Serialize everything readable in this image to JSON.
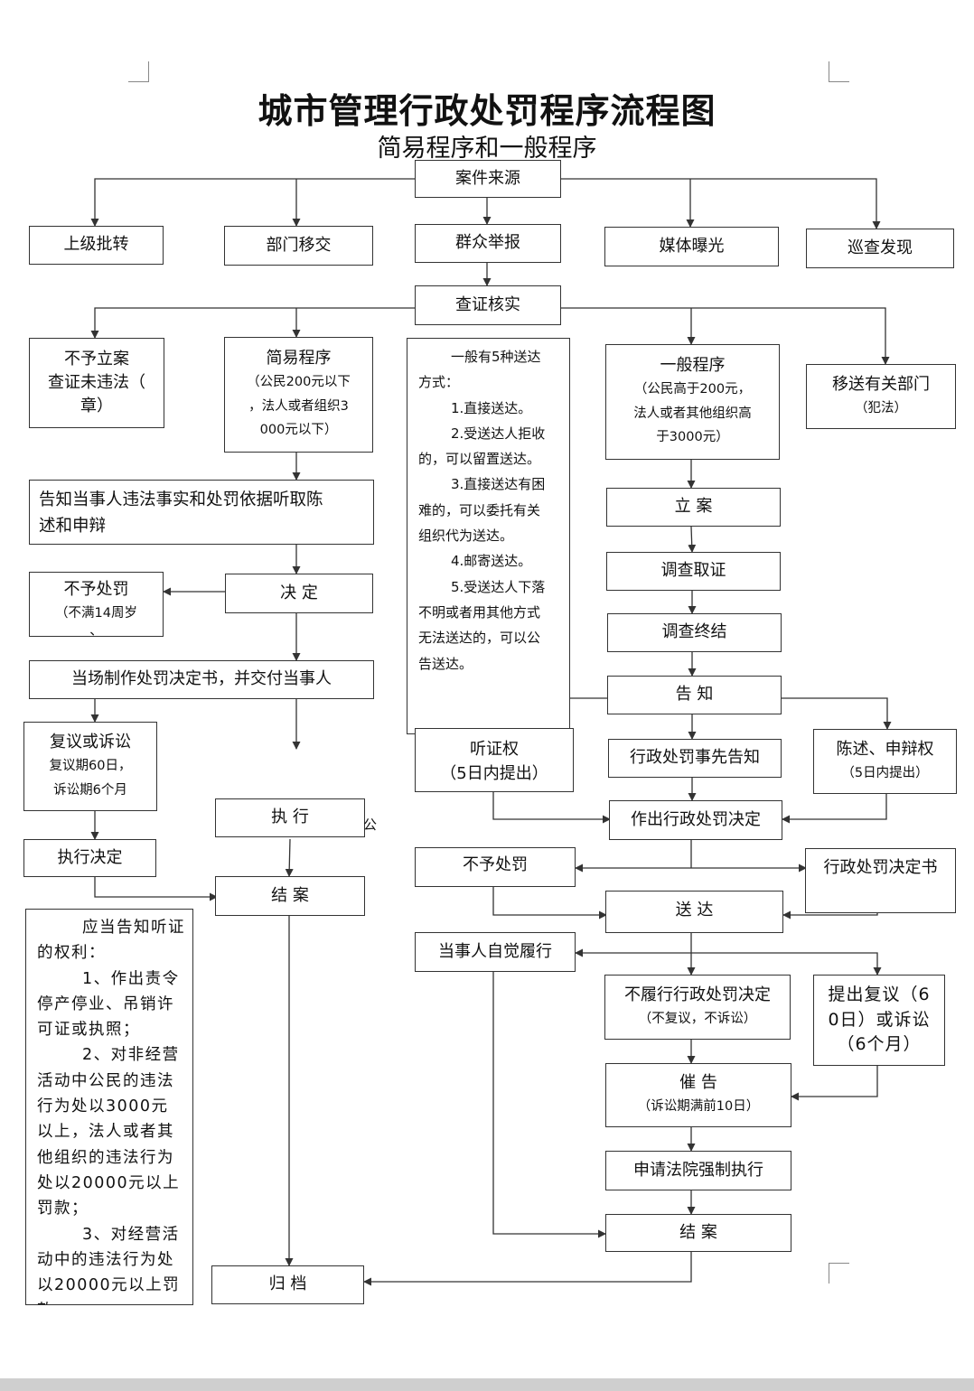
{
  "title": "城市管理行政处罚程序流程图",
  "subtitle": "简易程序和一般程序",
  "nodes": {
    "case_source": "案件来源",
    "superior_transfer": "上级批转",
    "dept_transfer": "部门移交",
    "public_report": "群众举报",
    "media_exposure": "媒体曝光",
    "patrol_found": "巡查发现",
    "verify": "查证核实",
    "no_case_title": "不予立案",
    "no_case_body": "查证未违法（",
    "no_case_body2": "章）",
    "simple_title": "简易程序",
    "simple_d1": "（公民200元以下",
    "simple_d2": "，法人或者组织3",
    "simple_d3": "000元以下）",
    "general_title": "一般程序",
    "general_d1": "（公民高于200元，",
    "general_d2": "法人或者其他组织高",
    "general_d3": "于3000元）",
    "transfer_dept": "移送有关部门",
    "transfer_dept_sub": "（犯法）",
    "inform_facts_1": "告知当事人违法事实和处罚依据听取陈",
    "inform_facts_2": "述和申辩",
    "no_penalty_minor": "不予处罚",
    "no_penalty_minor_sub": "（不满14周岁",
    "no_penalty_minor_cut": "、",
    "decide": "决  定",
    "on_site_decision": "当场制作处罚决定书，并交付当事人",
    "review_title": "复议或诉讼",
    "review_sub1": "复议期60日，",
    "review_sub2": "诉讼期6个月",
    "execute": "执  行",
    "execute_stray": "公",
    "execute_decision": "执行决定",
    "close_left": "结  案",
    "archive": "归  档",
    "register": "立  案",
    "investigate": "调查取证",
    "investigation_end": "调查终结",
    "notify": "告  知",
    "hearing_right": "听证权",
    "hearing_sub": "（5日内提出）",
    "prior_notice": "行政处罚事先告知",
    "statement_right": "陈述、申辩权",
    "statement_sub": "（5日内提出）",
    "make_decision": "作出行政处罚决定",
    "no_penalty": "不予处罚",
    "decision_doc": "行政处罚决定书",
    "serve": "送  达",
    "voluntary_perform": "当事人自觉履行",
    "not_perform": "不履行行政处罚决定",
    "not_perform_sub": "（不复议，不诉讼）",
    "appeal_1": "提出复议（6",
    "appeal_2": "0日）或诉讼",
    "appeal_3": "（6个月）",
    "urge": "催  告",
    "urge_sub": "（诉讼期满前10日）",
    "court_enforce": "申请法院强制执行",
    "close_right": "结  案"
  },
  "delivery_note": [
    "一般有5种送达",
    "方式：",
    "1.直接送达。",
    "2.受送达人拒收",
    "的，可以留置送达。",
    "3.直接送达有困",
    "难的，可以委托有关",
    "组织代为送达。",
    "4.邮寄送达。",
    "5.受送达人下落",
    "不明或者用其他方式",
    "无法送达的，可以公",
    "告送达。"
  ],
  "hearing_note": [
    "应当告知听证",
    "的权利：",
    "1、作出责令",
    "停产停业、吊销许",
    "可证或执照；",
    "2、对非经营",
    "活动中公民的违法",
    "行为处以3000元",
    "以上，法人或者其",
    "他组织的违法行为",
    "处以20000元以上",
    "罚款；",
    "3、对经营活",
    "动中的违法行为处",
    "以20000元以上罚",
    "款。"
  ],
  "colors": {
    "line": "#333333",
    "page": "#ffffff",
    "bottom_strip": "#cfcfcf"
  }
}
